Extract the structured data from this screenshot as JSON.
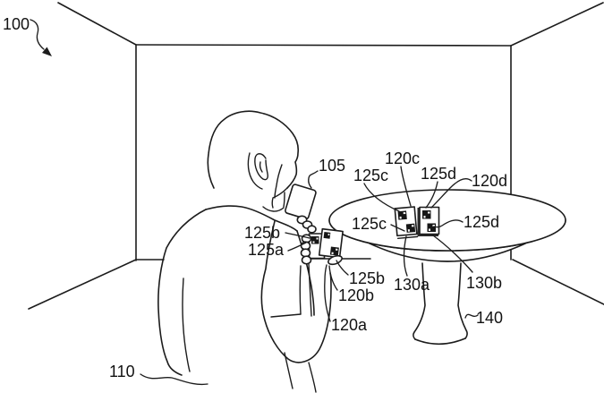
{
  "figure": {
    "title": "Patent figure: user with mobile device in room with tagged devices on table",
    "labels": {
      "room": "100",
      "mobile_device": "105",
      "user": "110",
      "device_a": "120a",
      "device_b": "120b",
      "device_c": "120c",
      "device_d": "120d",
      "tag_a": "125a",
      "tag_b": "125b",
      "tag_c": "125c",
      "tag_d": "125d",
      "callout_a": "130a",
      "callout_b": "130b",
      "table": "140"
    }
  }
}
